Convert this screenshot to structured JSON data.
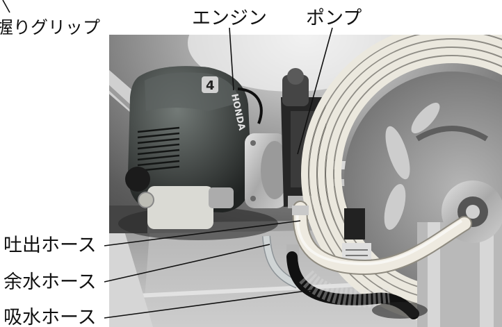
{
  "callouts": {
    "grip": "握りグリップ",
    "engine": "エンジン",
    "pump": "ポンプ",
    "discharge_hose": "吐出ホース",
    "surplus_hose": "余水ホース",
    "suction_hose": "吸水ホース"
  },
  "engine_logo": {
    "brand": "HONDA",
    "badge": "4"
  }
}
